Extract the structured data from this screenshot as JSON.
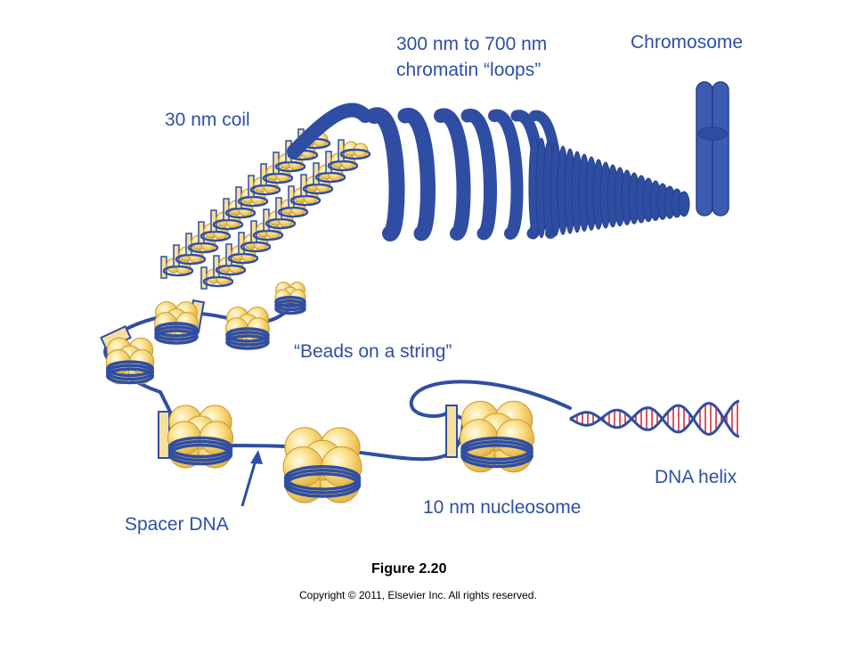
{
  "labels": {
    "loops_line1": "300 nm to 700 nm",
    "loops_line2": "chromatin “loops”",
    "chromosome": "Chromosome",
    "coil": "30 nm coil",
    "beads": "“Beads on a string”",
    "dna_helix": "DNA helix",
    "nucleosome": "10 nm nucleosome",
    "spacer": "Spacer DNA"
  },
  "caption": {
    "figure": "Figure 2.20",
    "copyright": "Copyright © 2011, Elsevier Inc. All rights reserved."
  },
  "colors": {
    "label_blue": "#2e4fa6",
    "strand_blue": "#2f4ea3",
    "histone_yellow": "#f7d26a",
    "linker_cream": "#f4dfa0",
    "helix_red": "#d0202a"
  }
}
